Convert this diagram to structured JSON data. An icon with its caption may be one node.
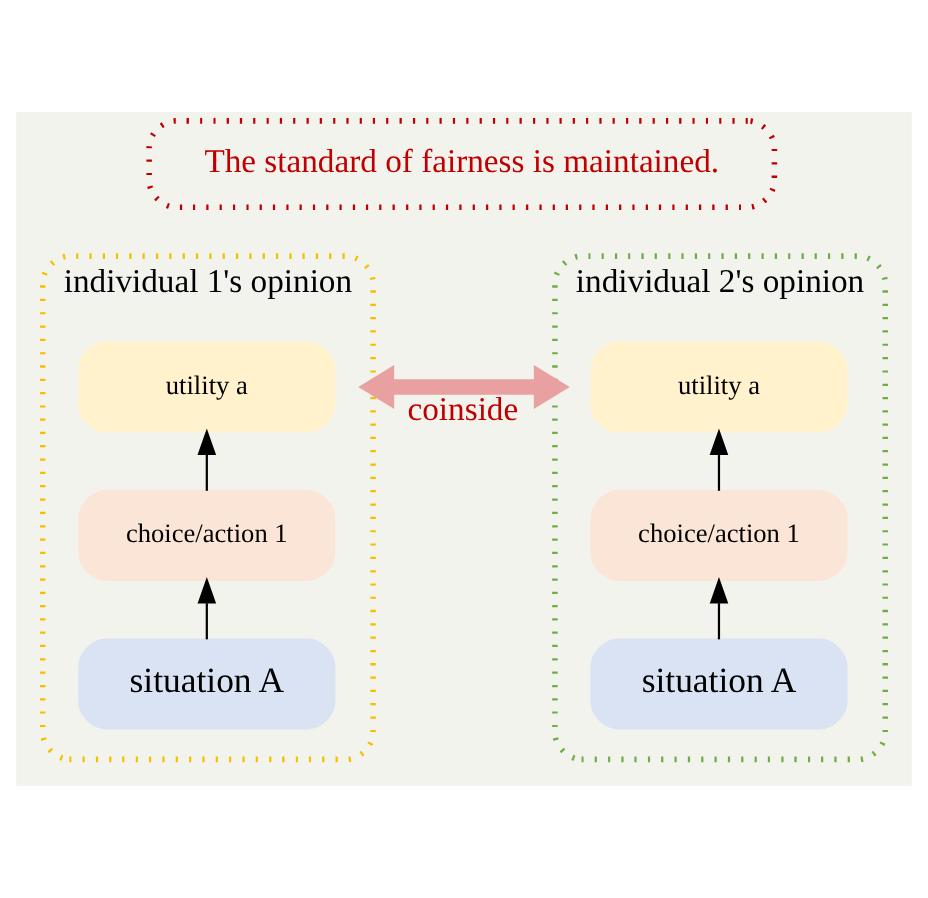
{
  "diagram": {
    "nodes": [
      {
        "text": [
          "The standard of fairness is maintained."
        ]
      },
      {
        "text": [
          "individual 1's opinion"
        ]
      },
      {
        "text": [
          "utility a"
        ],
        "in": 1
      },
      {
        "text": [
          "choice/action 1"
        ],
        "in": 1
      },
      {
        "text": [
          "situation A"
        ],
        "in": 1
      },
      {
        "text": [
          "individual 2's opinion"
        ]
      },
      {
        "text": [
          "utility a"
        ],
        "in": 5
      },
      {
        "text": [
          "choice/action 1"
        ],
        "in": 5
      },
      {
        "text": [
          "situation A"
        ],
        "in": 5
      }
    ],
    "edges": [
      {
        "from": 4,
        "to": 3,
        "arrow": "to"
      },
      {
        "from": 3,
        "to": 2,
        "arrow": "to"
      },
      {
        "from": 8,
        "to": 7,
        "arrow": "to"
      },
      {
        "from": 7,
        "to": 6,
        "arrow": "to"
      },
      {
        "from": 1,
        "to": 5,
        "arrow": "both",
        "label": "coinside",
        "style": "thick",
        "color": "#e8a0a0"
      }
    ]
  }
}
